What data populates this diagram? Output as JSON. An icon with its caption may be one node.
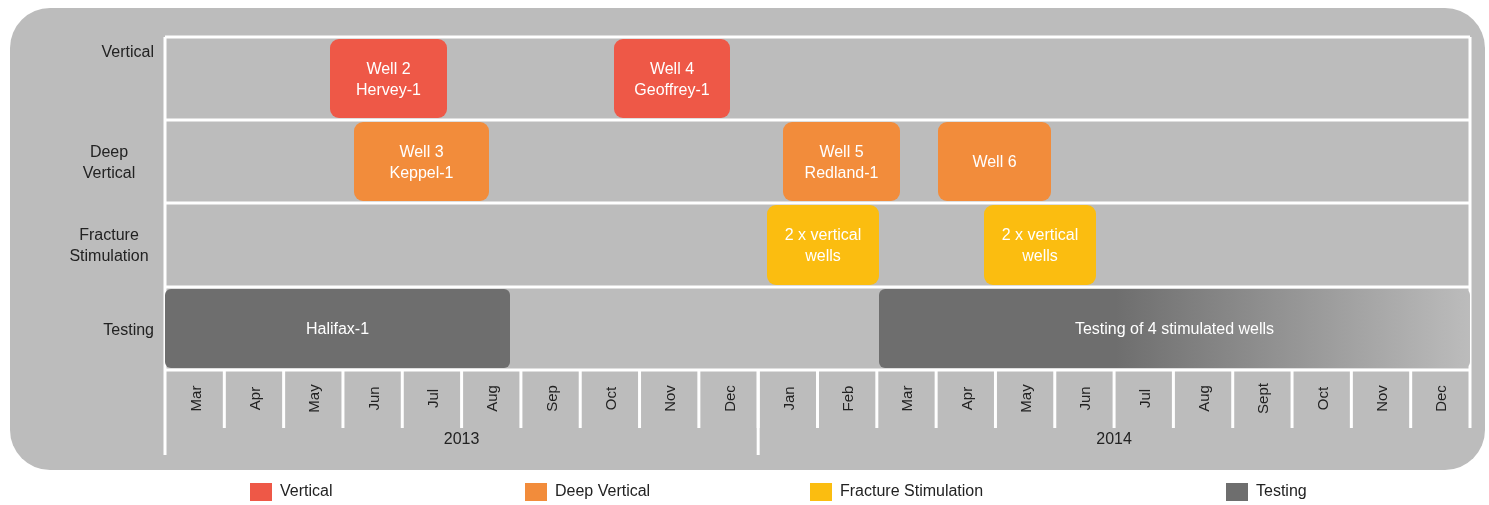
{
  "diagram": {
    "nodes": [
      {
        "text": [
          "Well 2 Hervey-1"
        ]
      },
      {
        "text": [
          "Well 4 Geoffrey-1"
        ]
      },
      {
        "text": [
          "Well 3 Keppel-1"
        ]
      },
      {
        "text": [
          "Well 5 Redland-1"
        ]
      },
      {
        "text": [
          "Well 6"
        ]
      },
      {
        "text": [
          "2 x vertical wells"
        ]
      },
      {
        "text": [
          "2 x vertical wells"
        ]
      },
      {
        "text": [
          "Halifax-1"
        ]
      },
      {
        "text": [
          "Testing of 4 stimulated wells"
        ]
      }
    ],
    "edges": [],
    "labels": [
      "Vertical",
      "Deep Vertical",
      "Fracture Stimulation",
      "Testing",
      "Mar",
      "Apr",
      "May",
      "Jun",
      "Jul",
      "Aug",
      "Sep",
      "Oct",
      "Nov",
      "Dec",
      "Jan",
      "Feb",
      "Mar",
      "Apr",
      "May",
      "Jun",
      "Jul",
      "Aug",
      "Sept",
      "Oct",
      "Nov",
      "Dec",
      "2013",
      "2014"
    ],
    "legend": [
      {
        "text": "Vertical",
        "color": "#ee5847"
      },
      {
        "text": "Deep Vertical",
        "color": "#f28c3b"
      },
      {
        "text": "Fracture Stimulation",
        "color": "#fbbd10"
      },
      {
        "text": "Testing",
        "color": "#6e6e6e"
      }
    ]
  }
}
